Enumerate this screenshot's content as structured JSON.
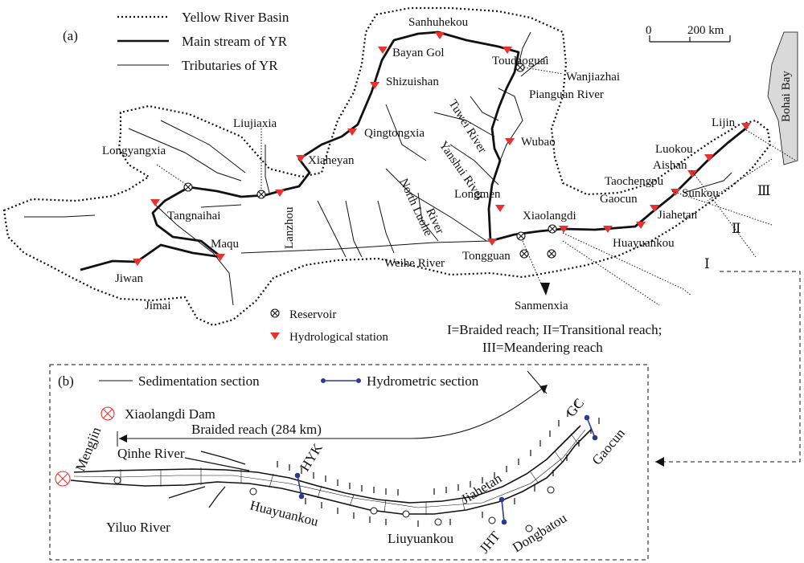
{
  "panel_a": {
    "label": "(a)",
    "legend": {
      "basin": "Yellow River Basin",
      "main_stream": "Main stream of YR",
      "tributaries": "Tributaries of YR"
    },
    "scale": {
      "zero": "0",
      "distance": "200 km"
    },
    "bay": "Bohai Bay",
    "stations": [
      "Sanhuhekou",
      "Bayan Gol",
      "Toudaoguai",
      "Wanjiazhai",
      "Shizuishan",
      "Pianguan River",
      "Liujiaxia",
      "Qingtongxia",
      "Tuwei River",
      "Wubao",
      "Longyangxia",
      "Xiaheyan",
      "Yanshui River",
      "Lijin",
      "Luokou",
      "Aishan",
      "Taochengpu",
      "Gaocun",
      "Sunkou",
      "Longmen",
      "North Luohe",
      "River",
      "Xiaolangdi",
      "Tangnaihai",
      "Lanzhou",
      "Jiahetan",
      "Huayuankou",
      "Maqu",
      "Weihe River",
      "Tongguan",
      "Jiwan",
      "Jimai",
      "Sanmenxia"
    ],
    "reach_numerals": [
      "Ⅲ",
      "Ⅱ",
      "Ⅰ"
    ],
    "reservoir_label": "Reservoir",
    "hydro_label": "Hydrological station",
    "reach_def_line1": "I=Braided reach; II=Transitional reach;",
    "reach_def_line2": "III=Meandering reach"
  },
  "panel_b": {
    "label": "(b)",
    "legend": {
      "sedimentation": "Sedimentation section",
      "hydrometric": "Hydrometric section"
    },
    "dam_label": "Xiaolangdi Dam",
    "braided_label": "Braided reach (284 km)",
    "places": [
      "Mengjin",
      "Qinhe River",
      "HYK",
      "GC",
      "Gaocun",
      "Jiahetan",
      "Huayuankou",
      "Yiluo River",
      "Liuyuankou",
      "JHT",
      "Dongbatou"
    ]
  },
  "colors": {
    "station": "#e8322f",
    "hydrometric": "#2c3b8f",
    "dam": "#e8322f",
    "bay_fill": "#d9d9d9"
  }
}
